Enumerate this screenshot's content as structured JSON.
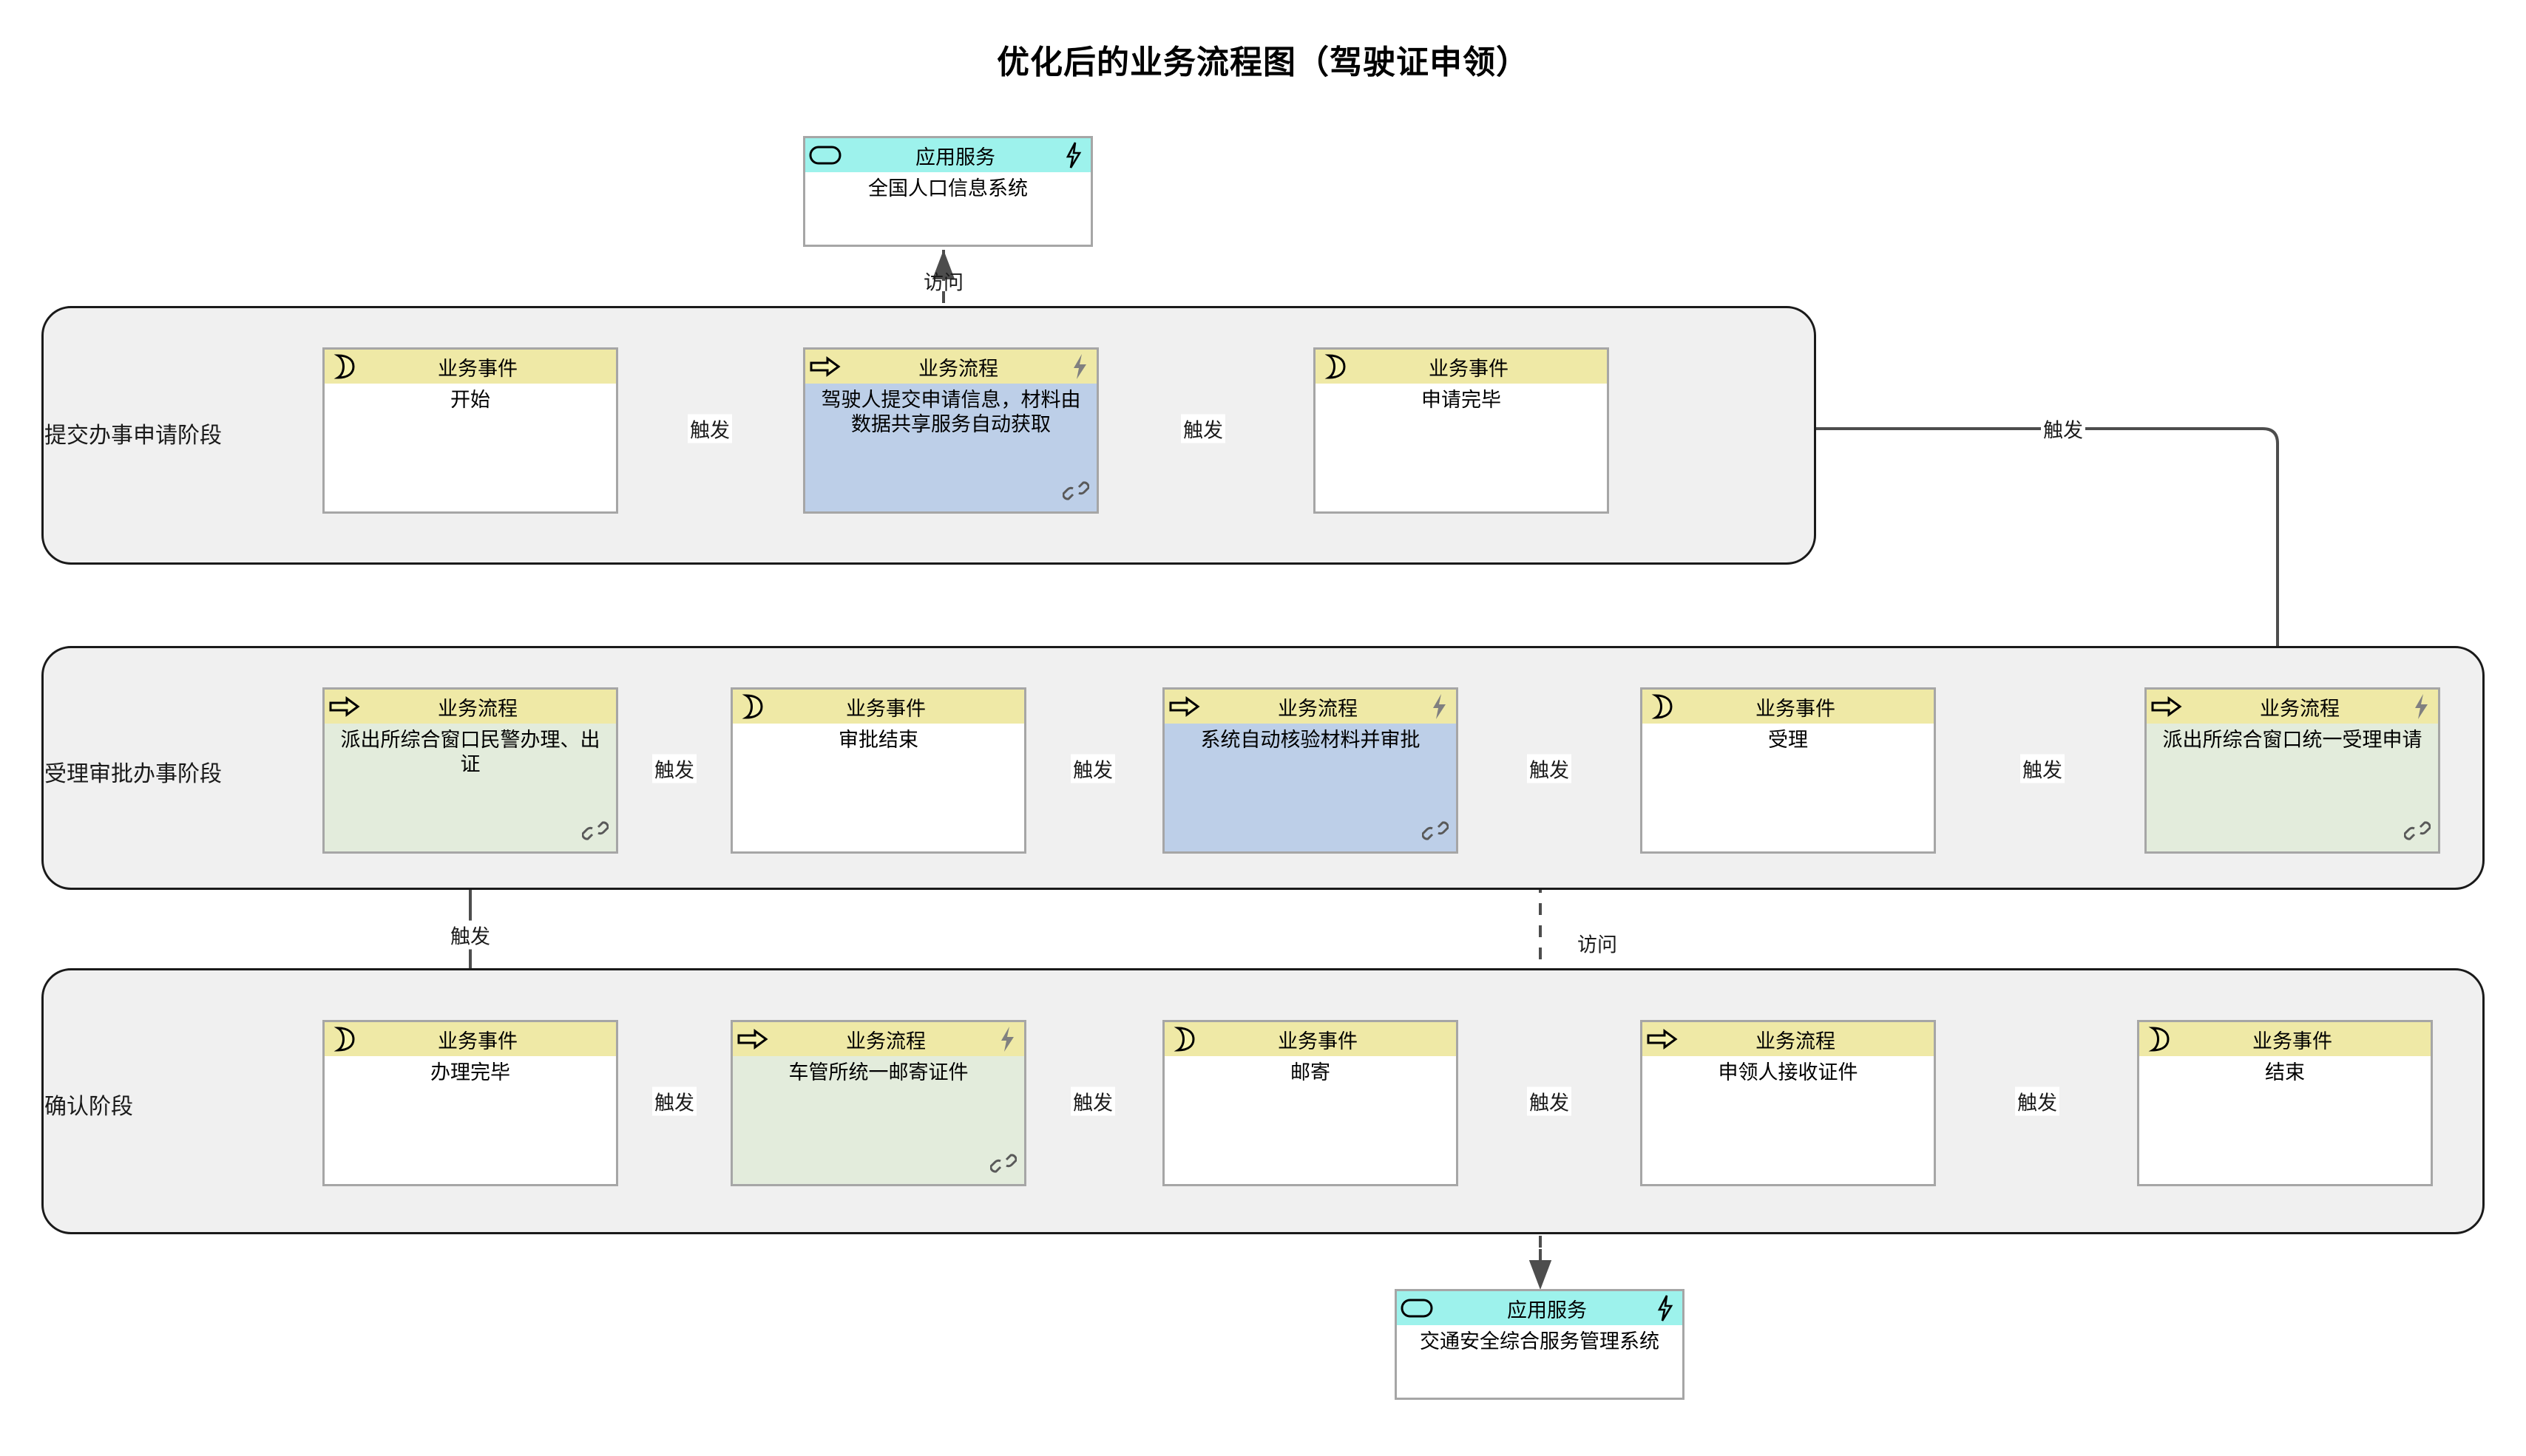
{
  "title": "优化后的业务流程图（驾驶证申领）",
  "legend": {
    "business_event_type": "业务事件",
    "business_process_type": "业务流程",
    "application_service_type": "应用服务"
  },
  "icons": {
    "business_event": "crescent-icon",
    "business_process": "arrow-right-icon",
    "application_service": "rounded-rect-icon",
    "bolt": "lightning-bolt-icon",
    "link": "chain-link-icon"
  },
  "colors": {
    "header_event": "#efe9a6",
    "header_app": "#9df2ec",
    "body_blue": "#bdcfe8",
    "body_green": "#e3ecdc",
    "body_white": "#ffffff",
    "group_fill": "#f0f0f0",
    "border": "#a6a6a6",
    "edge": "#4d4d4d"
  },
  "groups": [
    {
      "id": "g1",
      "label": "提交办事申请阶段"
    },
    {
      "id": "g2",
      "label": "受理审批办事阶段"
    },
    {
      "id": "g3",
      "label": "确认阶段"
    }
  ],
  "nodes": {
    "app_population": {
      "type": "应用服务",
      "name": "全国人口信息系统"
    },
    "app_traffic": {
      "type": "应用服务",
      "name": "交通安全综合服务管理系统"
    },
    "n_start": {
      "type": "业务事件",
      "name": "开始"
    },
    "n_submit": {
      "type": "业务流程",
      "name": "驾驶人提交申请信息，材料由数据共享服务自动获取"
    },
    "n_applied": {
      "type": "业务事件",
      "name": "申请完毕"
    },
    "n_accept_req": {
      "type": "业务流程",
      "name": "派出所综合窗口统一受理申请"
    },
    "n_accepted": {
      "type": "业务事件",
      "name": "受理"
    },
    "n_auto_check": {
      "type": "业务流程",
      "name": "系统自动核验材料并审批"
    },
    "n_approve_end": {
      "type": "业务事件",
      "name": "审批结束"
    },
    "n_police_issue": {
      "type": "业务流程",
      "name": "派出所综合窗口民警办理、出证"
    },
    "n_done": {
      "type": "业务事件",
      "name": "办理完毕"
    },
    "n_mail_unified": {
      "type": "业务流程",
      "name": "车管所统一邮寄证件"
    },
    "n_mail": {
      "type": "业务事件",
      "name": "邮寄"
    },
    "n_receive": {
      "type": "业务流程",
      "name": "申领人接收证件"
    },
    "n_end": {
      "type": "业务事件",
      "name": "结束"
    }
  },
  "edge_labels": {
    "trigger": "触发",
    "access": "访问"
  },
  "edges": [
    {
      "from": "n_submit",
      "to": "app_population",
      "label": "访问",
      "style": "dashed"
    },
    {
      "from": "n_start",
      "to": "n_submit",
      "label": "触发",
      "style": "solid"
    },
    {
      "from": "n_submit",
      "to": "n_applied",
      "label": "触发",
      "style": "solid"
    },
    {
      "from": "n_applied",
      "to": "n_accept_req",
      "label": "触发",
      "style": "solid"
    },
    {
      "from": "n_accept_req",
      "to": "n_accepted",
      "label": "触发",
      "style": "solid"
    },
    {
      "from": "n_accepted",
      "to": "n_auto_check",
      "label": "触发",
      "style": "solid"
    },
    {
      "from": "n_auto_check",
      "to": "n_approve_end",
      "label": "触发",
      "style": "solid"
    },
    {
      "from": "n_approve_end",
      "to": "n_police_issue",
      "label": "触发",
      "style": "solid"
    },
    {
      "from": "n_auto_check",
      "to": "app_traffic",
      "label": "访问",
      "style": "dashed"
    },
    {
      "from": "n_police_issue",
      "to": "n_done",
      "label": "触发",
      "style": "solid"
    },
    {
      "from": "n_done",
      "to": "n_mail_unified",
      "label": "触发",
      "style": "solid"
    },
    {
      "from": "n_mail_unified",
      "to": "n_mail",
      "label": "触发",
      "style": "solid"
    },
    {
      "from": "n_mail",
      "to": "n_receive",
      "label": "触发",
      "style": "solid"
    },
    {
      "from": "n_receive",
      "to": "n_end",
      "label": "触发",
      "style": "solid"
    }
  ]
}
